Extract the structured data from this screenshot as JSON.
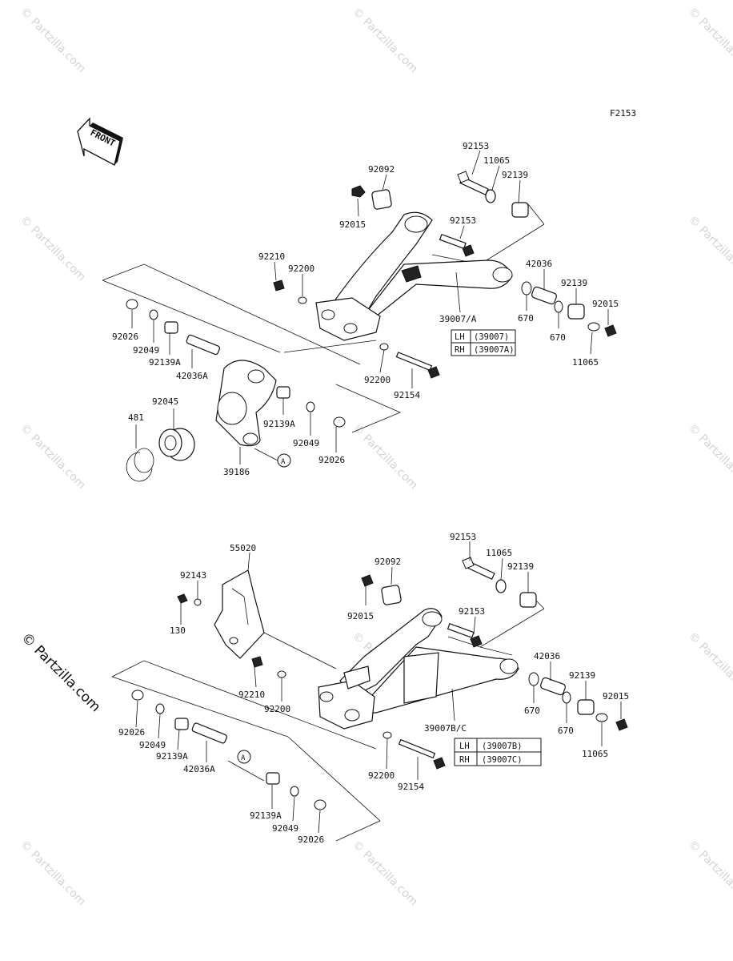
{
  "diagram_code": "F2153",
  "front_label": "FRONT",
  "watermark": "© Partzilla.com",
  "side_watermark": "© Partzilla.com",
  "callout_letter": "A",
  "upper": {
    "labels": {
      "p92153a": "92153",
      "p11065a": "11065",
      "p92139a": "92139",
      "p92092": "92092",
      "p92015a": "92015",
      "p92153b": "92153",
      "p92210": "92210",
      "p92200a": "92200",
      "p42036": "42036",
      "p92139b": "92139",
      "p92015b": "92015",
      "p39007": "39007/A",
      "p670a": "670",
      "p670b": "670",
      "p11065b": "11065",
      "p92026a": "92026",
      "p92049a": "92049",
      "p92139Aa": "92139A",
      "p42036A": "42036A",
      "p92200b": "92200",
      "p92154": "92154",
      "p92045": "92045",
      "p481": "481",
      "p92139Ab": "92139A",
      "p92049b": "92049",
      "p92026b": "92026",
      "p39186": "39186"
    },
    "table": [
      {
        "side": "LH",
        "part": "(39007)"
      },
      {
        "side": "RH",
        "part": "(39007A)"
      }
    ]
  },
  "lower": {
    "labels": {
      "p92153a": "92153",
      "p55020": "55020",
      "p11065a": "11065",
      "p92092": "92092",
      "p92139a": "92139",
      "p92143": "92143",
      "p92015a": "92015",
      "p92153b": "92153",
      "p130": "130",
      "p42036": "42036",
      "p92139b": "92139",
      "p92015b": "92015",
      "p92210": "92210",
      "p670a": "670",
      "p92200a": "92200",
      "p670b": "670",
      "p92026a": "92026",
      "p39007": "39007B/C",
      "p92049a": "92049",
      "p11065b": "11065",
      "p92139Aa": "92139A",
      "p42036A": "42036A",
      "p92200b": "92200",
      "p92154": "92154",
      "p92139Ab": "92139A",
      "p92049b": "92049",
      "p92026b": "92026"
    },
    "table": [
      {
        "side": "LH",
        "part": "(39007B)"
      },
      {
        "side": "RH",
        "part": "(39007C)"
      }
    ]
  }
}
